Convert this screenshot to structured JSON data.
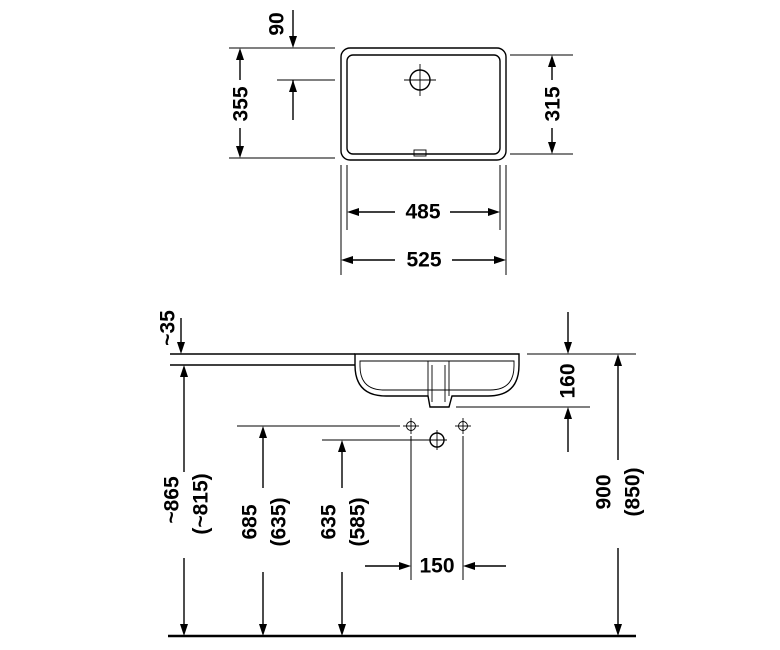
{
  "top_view": {
    "dim_overflow_offset": "90",
    "dim_outer_depth": "355",
    "dim_inner_depth": "315",
    "dim_inner_width": "485",
    "dim_outer_width": "525"
  },
  "side_view": {
    "dim_rim_height": "~35",
    "dim_bowl_depth": "160",
    "dim_floor_to_rim": "~865",
    "dim_floor_to_rim_alt": "(~815)",
    "dim_floor_to_taps": "685",
    "dim_floor_to_taps_alt": "(635)",
    "dim_floor_to_drain": "635",
    "dim_floor_to_drain_alt": "(585)",
    "dim_tap_spacing": "150",
    "dim_floor_to_top": "900",
    "dim_floor_to_top_alt": "(850)"
  }
}
